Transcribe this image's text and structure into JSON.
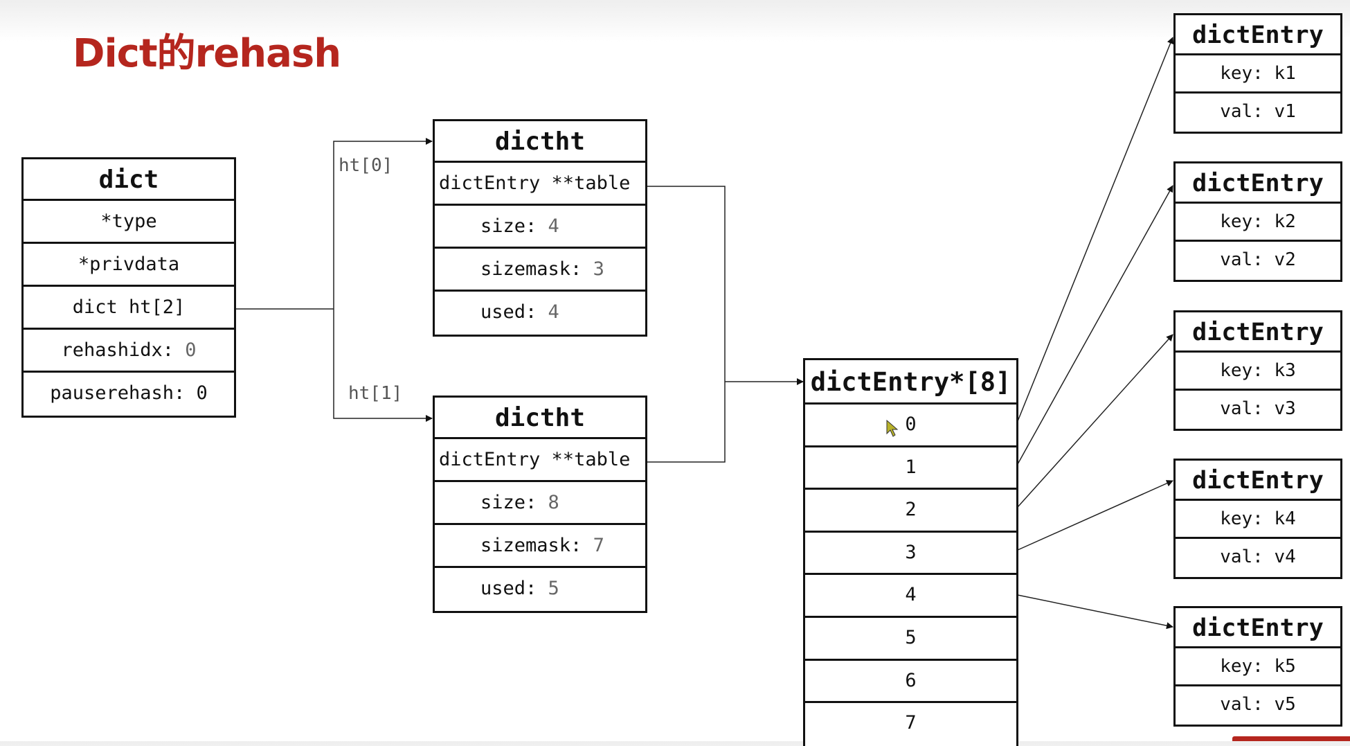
{
  "title": "Dict的rehash",
  "dict": {
    "header": "dict",
    "rows": [
      {
        "label": "*type",
        "value": null
      },
      {
        "label": "*privdata",
        "value": null
      },
      {
        "label": "dict ht[2]",
        "value": null
      },
      {
        "label": "rehashidx: ",
        "value": "0"
      },
      {
        "label": "pauserehash: 0",
        "value": null
      }
    ]
  },
  "labels": {
    "ht0": "ht[0]",
    "ht1": "ht[1]"
  },
  "ht0": {
    "header": "dictht",
    "table": "dictEntry **table",
    "size_label": "size: ",
    "size": "4",
    "sizemask_label": "sizemask: ",
    "sizemask": "3",
    "used_label": "used: ",
    "used": "4"
  },
  "ht1": {
    "header": "dictht",
    "table": "dictEntry **table",
    "size_label": "size: ",
    "size": "8",
    "sizemask_label": "sizemask: ",
    "sizemask": "7",
    "used_label": "used: ",
    "used": "5"
  },
  "array": {
    "header": "dictEntry*[8]",
    "indices": [
      "0",
      "1",
      "2",
      "3",
      "4",
      "5",
      "6",
      "7"
    ]
  },
  "entries": [
    {
      "header": "dictEntry",
      "key": "key: k1",
      "val": "val: v1"
    },
    {
      "header": "dictEntry",
      "key": "key: k2",
      "val": "val: v2"
    },
    {
      "header": "dictEntry",
      "key": "key: k3",
      "val": "val: v3"
    },
    {
      "header": "dictEntry",
      "key": "key: k4",
      "val": "val: v4"
    },
    {
      "header": "dictEntry",
      "key": "key: k5",
      "val": "val: v5"
    }
  ]
}
